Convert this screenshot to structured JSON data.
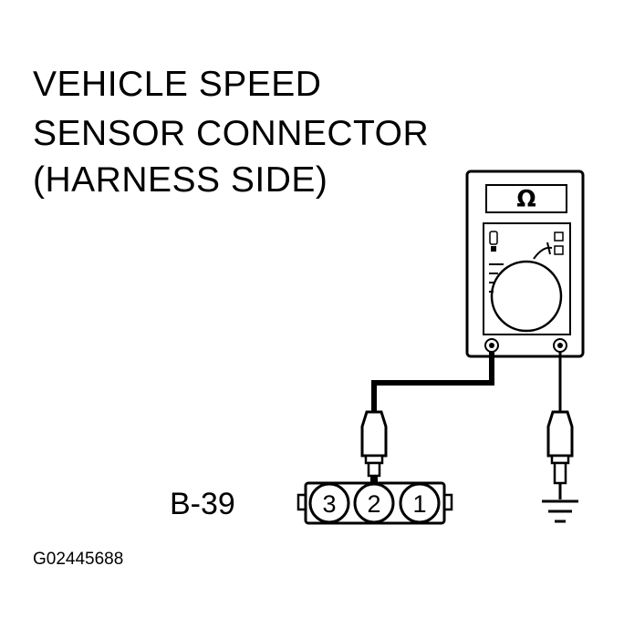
{
  "title": {
    "line1": "VEHICLE SPEED",
    "line2": "SENSOR CONNECTOR",
    "line3": "(HARNESS SIDE)"
  },
  "connector": {
    "label": "B-39",
    "pins": [
      "3",
      "2",
      "1"
    ]
  },
  "meter": {
    "symbol": "Ω",
    "icon": "ohmmeter-icon"
  },
  "figure_id": "G02445688"
}
